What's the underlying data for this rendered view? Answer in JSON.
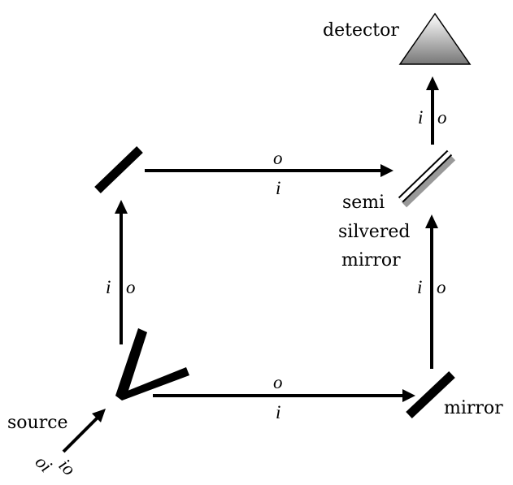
{
  "labels": {
    "detector": "detector",
    "semi_silvered_line1": "semi",
    "semi_silvered_line2": "silvered",
    "semi_silvered_line3": "mirror",
    "mirror": "mirror",
    "source": "source"
  },
  "beam_labels": {
    "top_o": "o",
    "top_i": "i",
    "bottom_o": "o",
    "bottom_i": "i",
    "left_i": "i",
    "left_o": "o",
    "right_i": "i",
    "right_o": "o",
    "det_i": "i",
    "det_o": "o",
    "src_oi": "oi",
    "src_io": "io"
  },
  "colors": {
    "ink": "#000000",
    "detector_gradient_top": "#ffffff",
    "detector_gradient_bottom": "#777777",
    "semi_mirror_shadow": "#999999"
  }
}
